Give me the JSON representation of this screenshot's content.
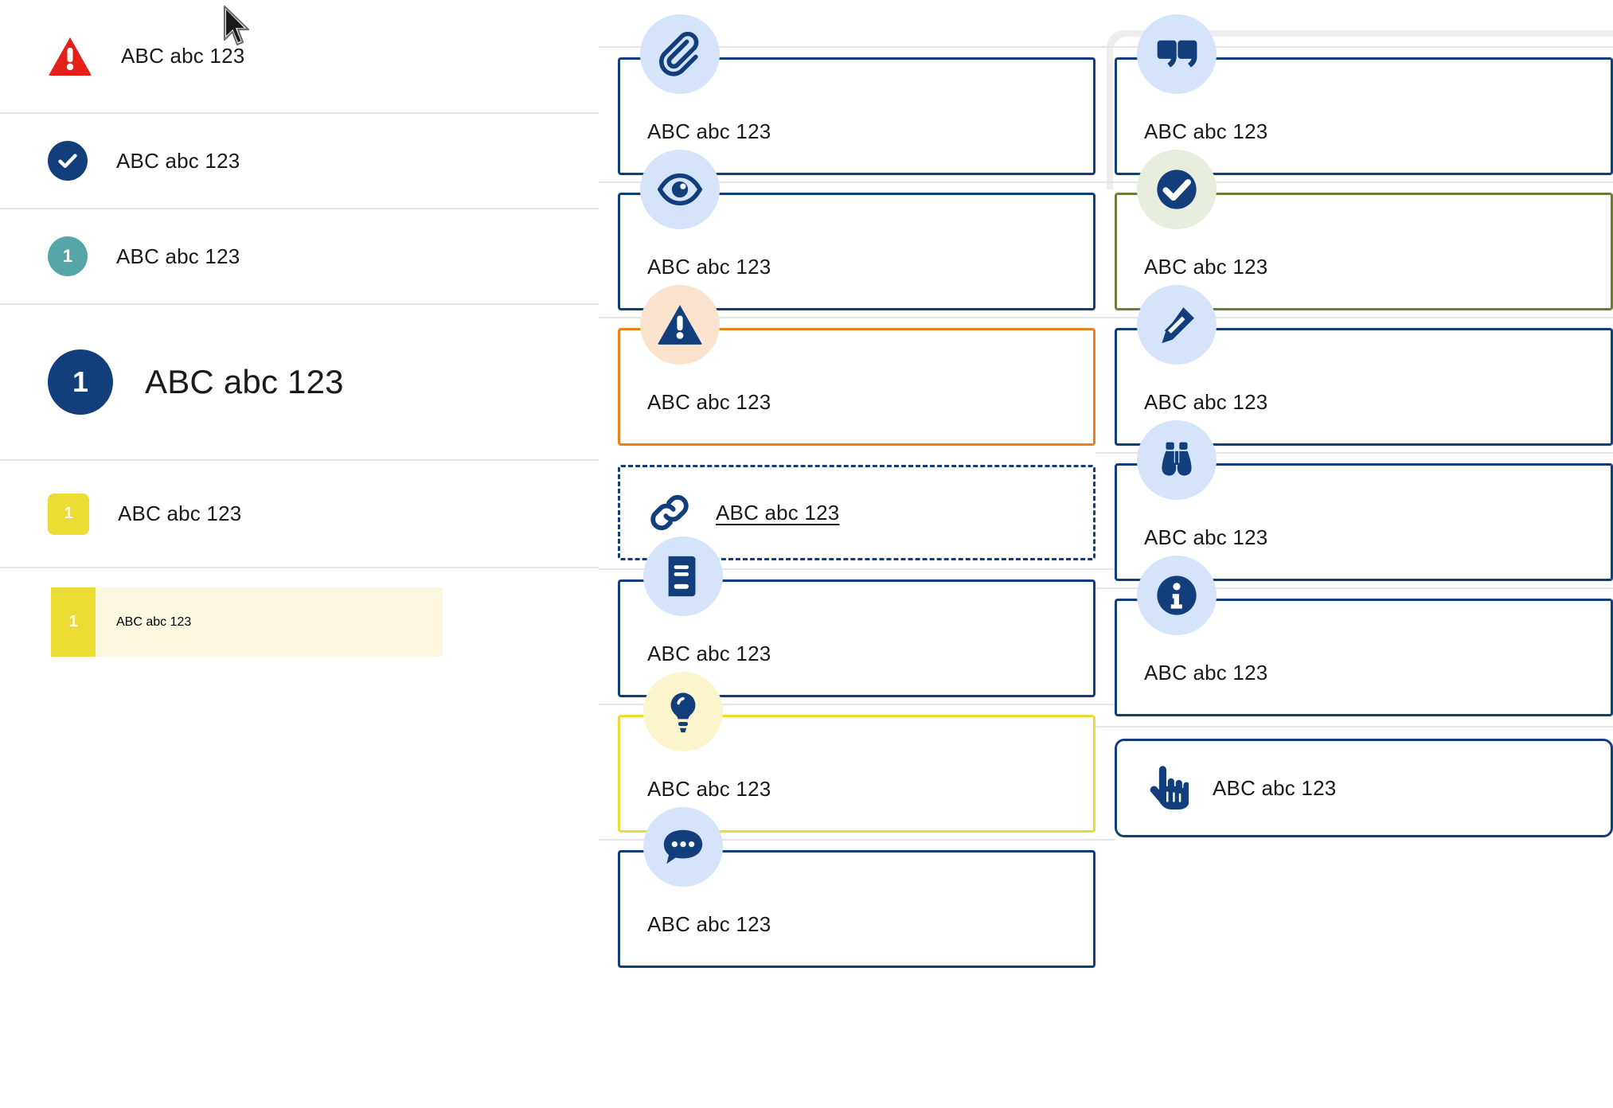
{
  "palette": {
    "brand_navy": "#123e7c",
    "alert_red": "#e32119",
    "teal": "#56a5a8",
    "yellow": "#ecdb33",
    "yellow_tint": "#fcf8e0",
    "orange": "#e8821e",
    "olive_green": "#6e7c3a",
    "icon_bg_blue": "#d6e4fb",
    "icon_bg_peach": "#fce3cd",
    "icon_bg_mint": "#e7eedd",
    "icon_bg_cream": "#fbf4cd",
    "divider": "#e4e4e4",
    "text": "#1a1a1a"
  },
  "sidebar": {
    "rows": [
      {
        "label": "ABC abc 123",
        "icon": "warning-triangle-icon",
        "badge_text": ""
      },
      {
        "label": "ABC abc 123",
        "icon": "check-circle-icon",
        "badge_text": ""
      },
      {
        "label": "ABC abc 123",
        "icon": "number-circle-icon",
        "badge_text": "1"
      },
      {
        "label": "ABC abc 123",
        "icon": "number-circle-large-icon",
        "badge_text": "1"
      },
      {
        "label": "ABC abc 123",
        "icon": "number-square-icon",
        "badge_text": "1"
      }
    ],
    "highlighted_row": {
      "label": "ABC abc 123",
      "badge_text": "1",
      "icon": "number-bar-icon"
    }
  },
  "columns": {
    "middle": [
      {
        "label": "ABC abc 123",
        "icon": "paperclip-icon",
        "style": "solid",
        "accent": "navy",
        "badge_bg": "blue"
      },
      {
        "label": "ABC abc 123",
        "icon": "eye-icon",
        "style": "solid",
        "accent": "navy",
        "badge_bg": "blue"
      },
      {
        "label": "ABC abc 123",
        "icon": "warning-triangle-icon",
        "style": "solid",
        "accent": "orange",
        "badge_bg": "peach"
      },
      {
        "label": "ABC abc 123",
        "icon": "link-chain-icon",
        "style": "dashed",
        "accent": "navy",
        "badge_bg": "none"
      },
      {
        "label": "ABC abc 123",
        "icon": "book-icon",
        "style": "solid",
        "accent": "navy",
        "badge_bg": "blue"
      },
      {
        "label": "ABC abc 123",
        "icon": "lightbulb-icon",
        "style": "solid",
        "accent": "yellow",
        "badge_bg": "cream"
      },
      {
        "label": "ABC abc 123",
        "icon": "comment-bubble-icon",
        "style": "solid",
        "accent": "navy",
        "badge_bg": "blue"
      }
    ],
    "right": [
      {
        "label": "ABC abc 123",
        "icon": "quote-marks-icon",
        "style": "solid",
        "accent": "navy",
        "badge_bg": "blue"
      },
      {
        "label": "ABC abc 123",
        "icon": "check-circle-icon",
        "style": "solid",
        "accent": "green",
        "badge_bg": "mint"
      },
      {
        "label": "ABC abc 123",
        "icon": "pencil-icon",
        "style": "solid",
        "accent": "navy",
        "badge_bg": "blue"
      },
      {
        "label": "ABC abc 123",
        "icon": "binoculars-icon",
        "style": "solid",
        "accent": "navy",
        "badge_bg": "blue"
      },
      {
        "label": "ABC abc 123",
        "icon": "info-circle-icon",
        "style": "solid",
        "accent": "navy",
        "badge_bg": "blue"
      },
      {
        "label": "ABC abc 123",
        "icon": "hand-pointer-icon",
        "style": "rounded",
        "accent": "navy",
        "badge_bg": "none"
      }
    ]
  },
  "cursor": {
    "icon": "mouse-pointer-icon"
  }
}
